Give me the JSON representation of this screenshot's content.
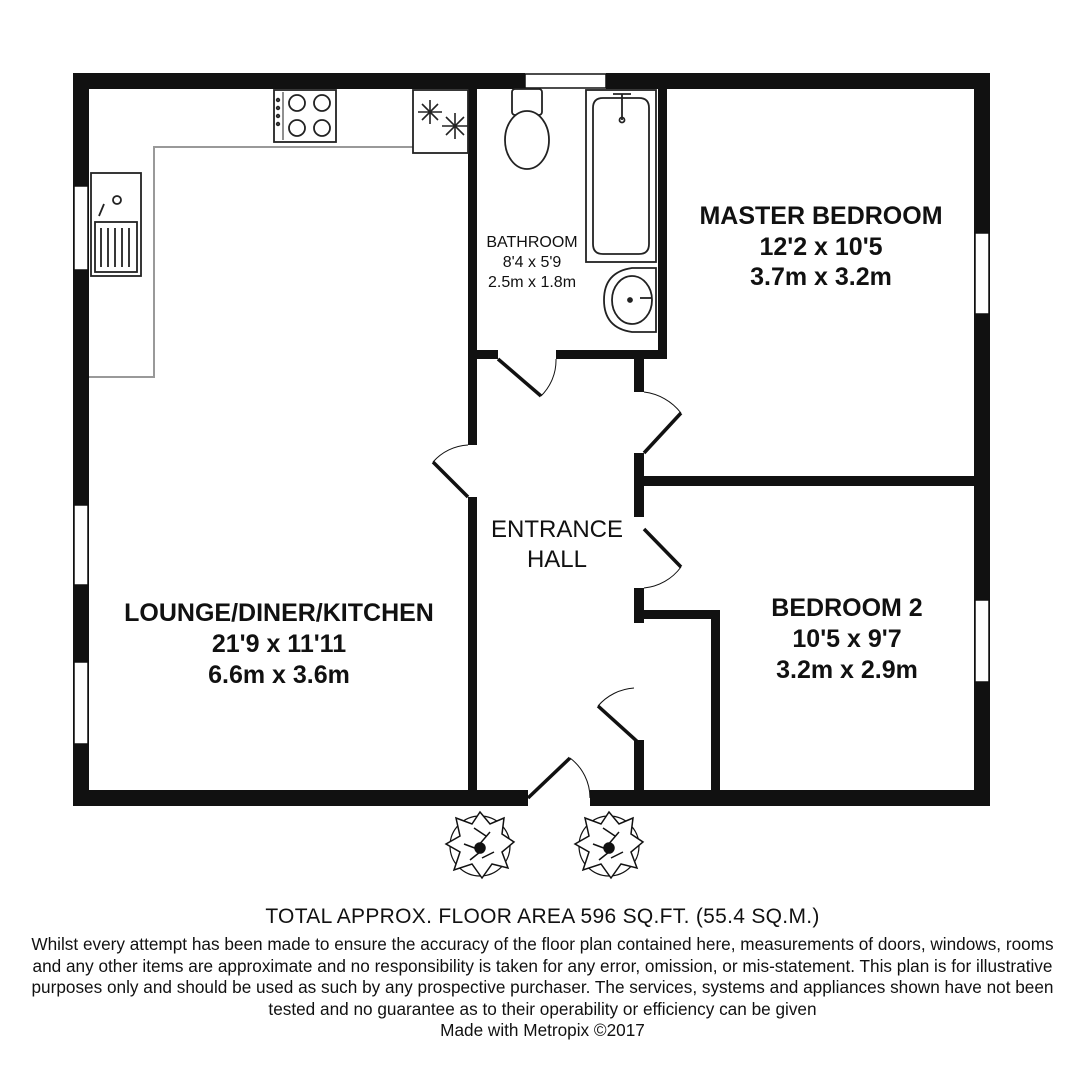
{
  "rooms": {
    "lounge": {
      "name": "LOUNGE/DINER/KITCHEN",
      "imperial": "21'9 x 11'11",
      "metric": "6.6m x 3.6m"
    },
    "master": {
      "name": "MASTER BEDROOM",
      "imperial": "12'2 x 10'5",
      "metric": "3.7m x 3.2m"
    },
    "bedroom2": {
      "name": "BEDROOM 2",
      "imperial": "10'5 x 9'7",
      "metric": "3.2m x 2.9m"
    },
    "bathroom": {
      "name": "BATHROOM",
      "imperial": "8'4 x 5'9",
      "metric": "2.5m x 1.8m"
    },
    "hall": {
      "line1": "ENTRANCE",
      "line2": "HALL"
    }
  },
  "footer": {
    "total_area": "TOTAL APPROX. FLOOR AREA 596 SQ.FT. (55.4 SQ.M.)",
    "disclaimer": "Whilst every attempt has been made to ensure the accuracy of the floor plan contained here, measurements of doors, windows, rooms and any other items are approximate and no responsibility is taken for any error, omission, or mis-statement. This plan is for illustrative purposes only and should be used as such by any prospective purchaser. The services, systems and appliances shown have not been tested and no guarantee as to their operability or efficiency can be given",
    "credit": "Made with Metropix ©2017"
  },
  "colors": {
    "wall": "#111111",
    "fixture": "#222222",
    "counter": "#999999"
  },
  "icons": [
    "hob-icon",
    "fridge-freezer-icon",
    "sink-icon",
    "toilet-icon",
    "bath-icon",
    "basin-icon",
    "plant-icon"
  ]
}
